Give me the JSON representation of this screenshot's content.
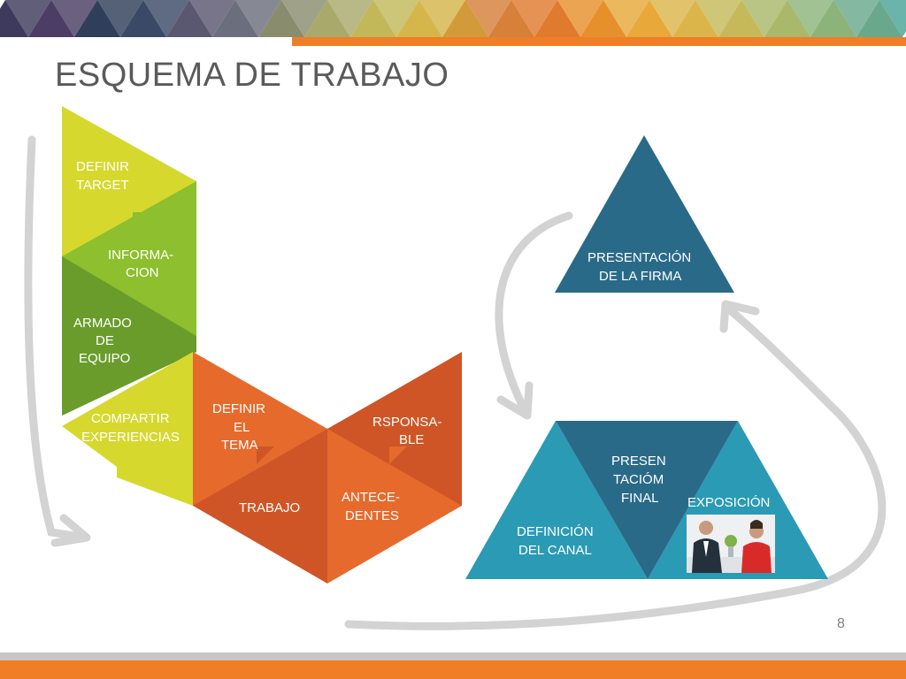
{
  "slide": {
    "title": "ESQUEMA DE TRABAJO",
    "page_number": "8"
  },
  "colors": {
    "lime": "#d6d82e",
    "green": "#8dbf2e",
    "dark_green": "#6a9c2b",
    "orange": "#e66a2c",
    "dark_orange": "#cf5526",
    "teal": "#2b9ab5",
    "navy_teal": "#2a6a89",
    "arrow_gray": "#d3d3d3",
    "title_gray": "#5a5a5a",
    "footer_orange": "#f07e26"
  },
  "left_diagram": {
    "step1": "DEFINIR",
    "step1b": "TARGET",
    "step2": "INFORMA-",
    "step2b": "CION",
    "step3": "ARMADO",
    "step3b": "DE",
    "step3c": "EQUIPO",
    "step4": "COMPARTIR",
    "step4b": "EXPERIENCIAS",
    "step5": "DEFINIR",
    "step5b": "EL",
    "step5c": "TEMA",
    "step6": "TRABAJO",
    "step7": "RSPONSA-",
    "step7b": "BLE",
    "step8": "ANTECE-",
    "step8b": "DENTES"
  },
  "right_diagram": {
    "top_triangle": "PRESENTACIÓN",
    "top_triangle_b": "DE LA FIRMA",
    "center": "PRESEN",
    "center_b": "TACIÓM",
    "center_c": "FINAL",
    "left": "DEFINICIÓN",
    "left_b": "DEL CANAL",
    "right": "EXPOSICIÓN",
    "photo": "people-meeting-photo"
  }
}
